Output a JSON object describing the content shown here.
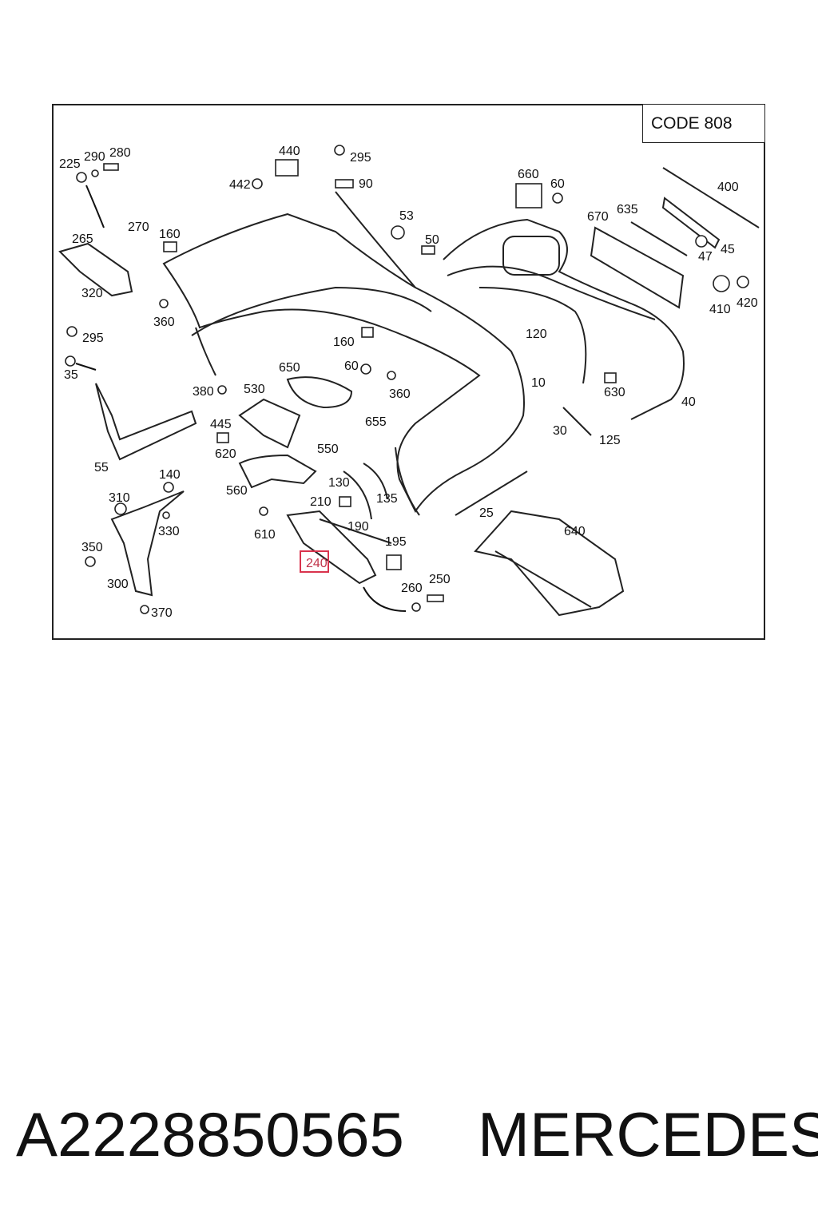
{
  "diagram": {
    "code_label": "CODE 808",
    "part_labels": [
      "225",
      "290",
      "280",
      "440",
      "295",
      "442",
      "90",
      "660",
      "60",
      "400",
      "270",
      "53",
      "265",
      "160",
      "50",
      "670",
      "635",
      "47",
      "45",
      "320",
      "360",
      "410",
      "420",
      "295",
      "120",
      "160",
      "60",
      "35",
      "650",
      "10",
      "380",
      "530",
      "360",
      "630",
      "445",
      "655",
      "40",
      "620",
      "550",
      "30",
      "125",
      "55",
      "140",
      "130",
      "310",
      "560",
      "210",
      "135",
      "25",
      "330",
      "190",
      "640",
      "610",
      "350",
      "195",
      "240",
      "300",
      "260",
      "250",
      "370"
    ],
    "highlighted_label": "240"
  },
  "footer": {
    "part_number": "A2228850565",
    "brand": "MERCEDES"
  }
}
